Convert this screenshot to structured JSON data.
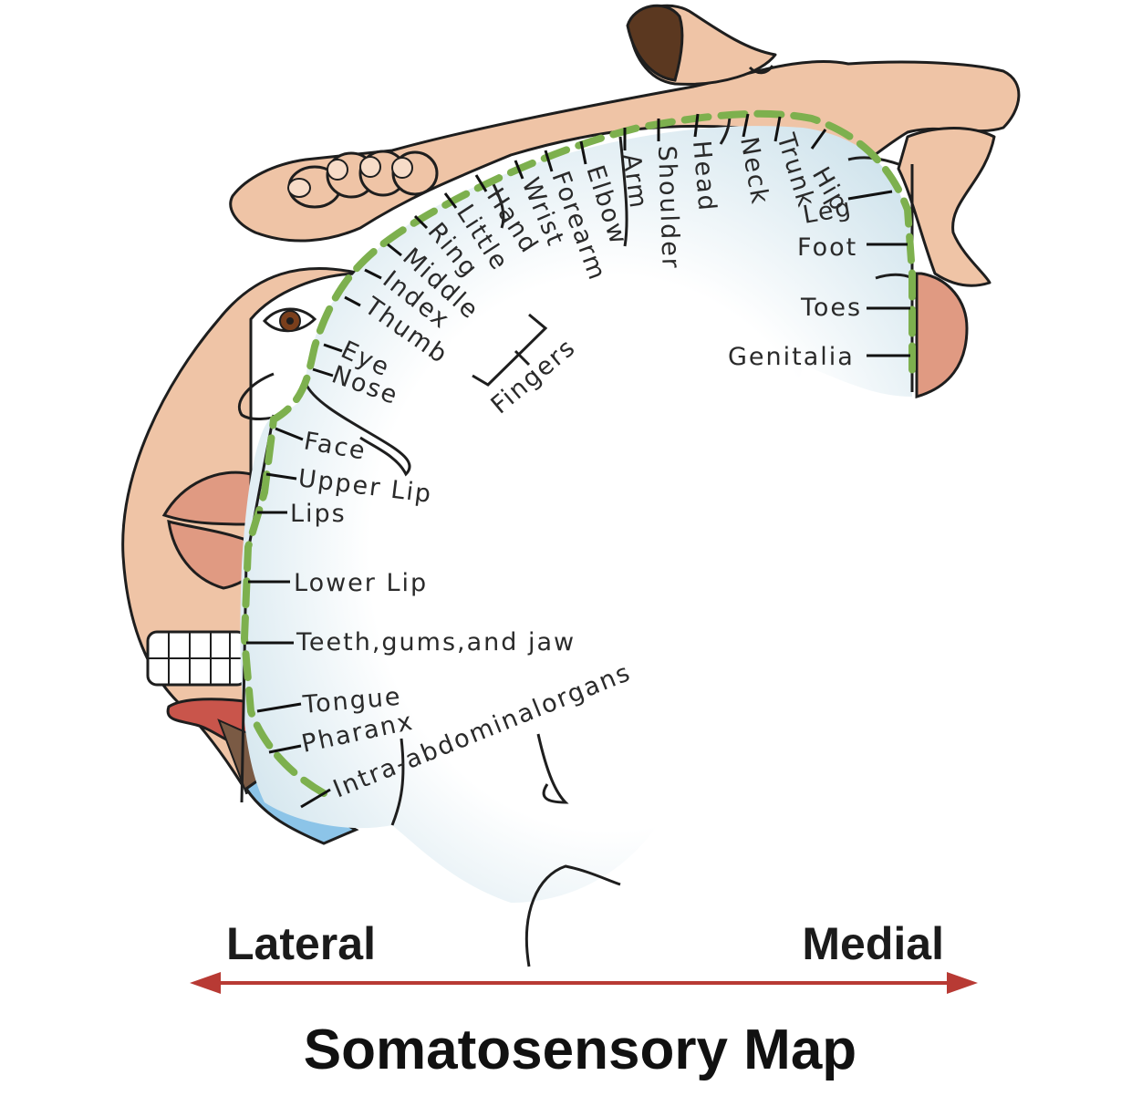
{
  "title": "Somatosensory Map",
  "direction": {
    "left": "Lateral",
    "right": "Medial"
  },
  "fingers_label": "Fingers",
  "labels": {
    "genitalia": "Genitalia",
    "toes": "Toes",
    "foot": "Foot",
    "leg": "Leg",
    "hip": "Hip",
    "trunk": "Trunk",
    "neck": "Neck",
    "head": "Head",
    "shoulder": "Shoulder",
    "arm": "Arm",
    "elbow": "Elbow",
    "forearm": "Forearm",
    "wrist": "Wrist",
    "hand": "Hand",
    "little": "Little",
    "ring": "Ring",
    "middle": "Middle",
    "index": "Index",
    "thumb": "Thumb",
    "eye": "Eye",
    "nose": "Nose",
    "face": "Face",
    "upper_lip": "Upper Lip",
    "lips": "Lips",
    "lower_lip": "Lower Lip",
    "teeth": "Teeth,gums,and jaw",
    "tongue": "Tongue",
    "pharynx": "Pharanx",
    "intra_abdominal": "Intra-abdominalorgans"
  },
  "colors": {
    "skin": "#efc4a6",
    "lip": "#e09a82",
    "cortex_edge": "#cfe3ec",
    "dashed_border": "#7db04e",
    "arrow": "#b83a34",
    "pharynx_tube": "#8cc4e8"
  }
}
